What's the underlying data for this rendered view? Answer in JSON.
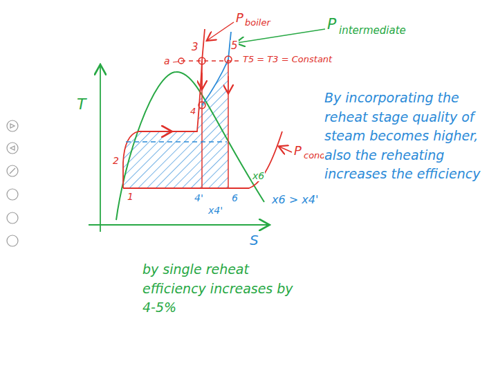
{
  "diagram": {
    "labels": [
      "T",
      "S",
      "1",
      "2",
      "3",
      "a",
      "4",
      "5",
      "4'",
      "6",
      "P",
      "boiler",
      "P",
      "intermediate",
      "P",
      "condenser",
      "T5 = T3 = Constant",
      "x4'",
      "x6",
      "x6 > x4'",
      "By incorporating the reheat stage quality of steam becomes higher, also the reheating increases the efficiency",
      "by single reheat efficiency increases by 4-5%"
    ]
  }
}
